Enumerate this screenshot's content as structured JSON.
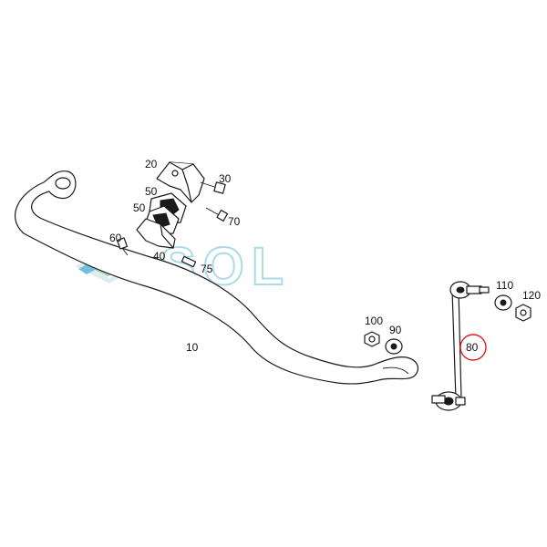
{
  "watermark": {
    "text": "SOL",
    "color": "#8fd0e0",
    "logo_colors": [
      "#4aa8cf",
      "#7fc7a0",
      "#cfe6ee"
    ]
  },
  "highlight_color": "#d62020",
  "labels": {
    "p10": "10",
    "p20": "20",
    "p30": "30",
    "p40": "40",
    "p50a": "50",
    "p50b": "50",
    "p60": "60",
    "p70": "70",
    "p75": "75",
    "p80": "80",
    "p90": "90",
    "p100": "100",
    "p110": "110",
    "p120": "120"
  }
}
